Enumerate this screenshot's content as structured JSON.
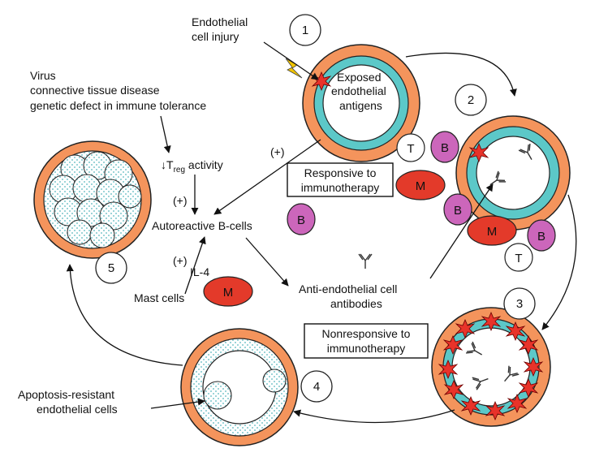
{
  "steps": [
    "1",
    "2",
    "3",
    "4",
    "5"
  ],
  "labels": {
    "injury_line1": "Endothelial",
    "injury_line2": "cell injury",
    "exposed_line1": "Exposed",
    "exposed_line2": "endothelial",
    "exposed_line3": "antigens",
    "cause1": "Virus",
    "cause2": "connective tissue disease",
    "cause3": "genetic defect in immune tolerance",
    "treg_arrow": "↓T",
    "treg_sub": "reg",
    "treg_rest": " activity",
    "plus": "(+)",
    "autoreactive": "Autoreactive B-cells",
    "il4": "IL-4",
    "mast_cells": "Mast cells",
    "antibodies_line1": "Anti-endothelial cell",
    "antibodies_line2": "antibodies",
    "apoptosis_line1": "Apoptosis-resistant",
    "apoptosis_line2": "endothelial cells"
  },
  "boxes": {
    "responsive_line1": "Responsive to",
    "responsive_line2": "immunotherapy",
    "nonresponsive_line1": "Nonresponsive to",
    "nonresponsive_line2": "immunotherapy"
  },
  "cells": {
    "t": "T",
    "b": "B",
    "m": "M"
  },
  "colors": {
    "vessel_outer": "#f4945c",
    "endothelium": "#5cc8c8",
    "b_cell": "#cc66bb",
    "macrophage": "#e33a2a",
    "injury_star": "#e8332a",
    "lightning": "#f2c500",
    "dots": "#7cc7cc"
  }
}
